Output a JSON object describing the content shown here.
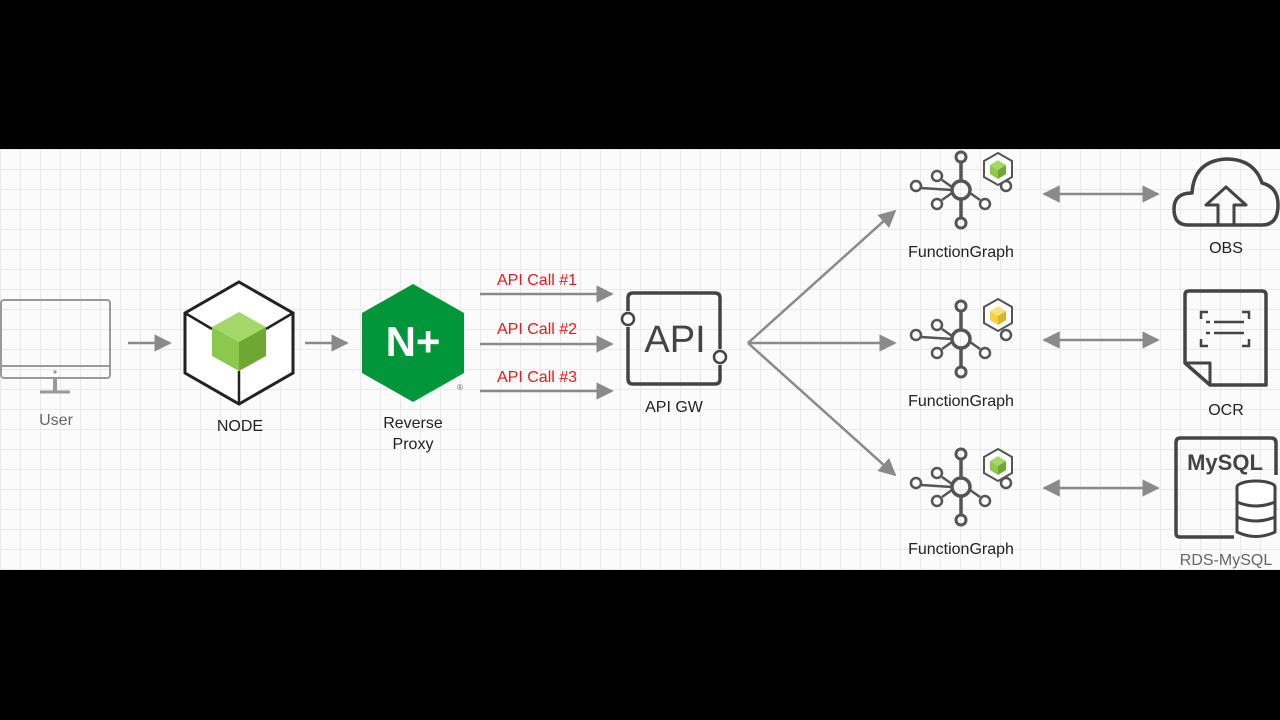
{
  "nodes": {
    "user": "User",
    "node": "NODE",
    "proxy_line1": "Reverse",
    "proxy_line2": "Proxy",
    "proxy_logo": "N+",
    "proxy_registered": "®",
    "api_icon_text": "API",
    "api_gw": "API GW",
    "fg1": "FunctionGraph",
    "fg2": "FunctionGraph",
    "fg3": "FunctionGraph",
    "obs": "OBS",
    "ocr": "OCR",
    "mysql_logo": "MySQL",
    "rds": "RDS-MySQL"
  },
  "calls": [
    "API Call #1",
    "API Call #2",
    "API Call #3"
  ],
  "colors": {
    "nginx_green": "#009639",
    "node_green": "#8cc84b",
    "call_red": "#e31b1b",
    "icon_grey": "#555555",
    "arrow_grey": "#8a8a8a",
    "cube_yellow": "#f5d142"
  }
}
